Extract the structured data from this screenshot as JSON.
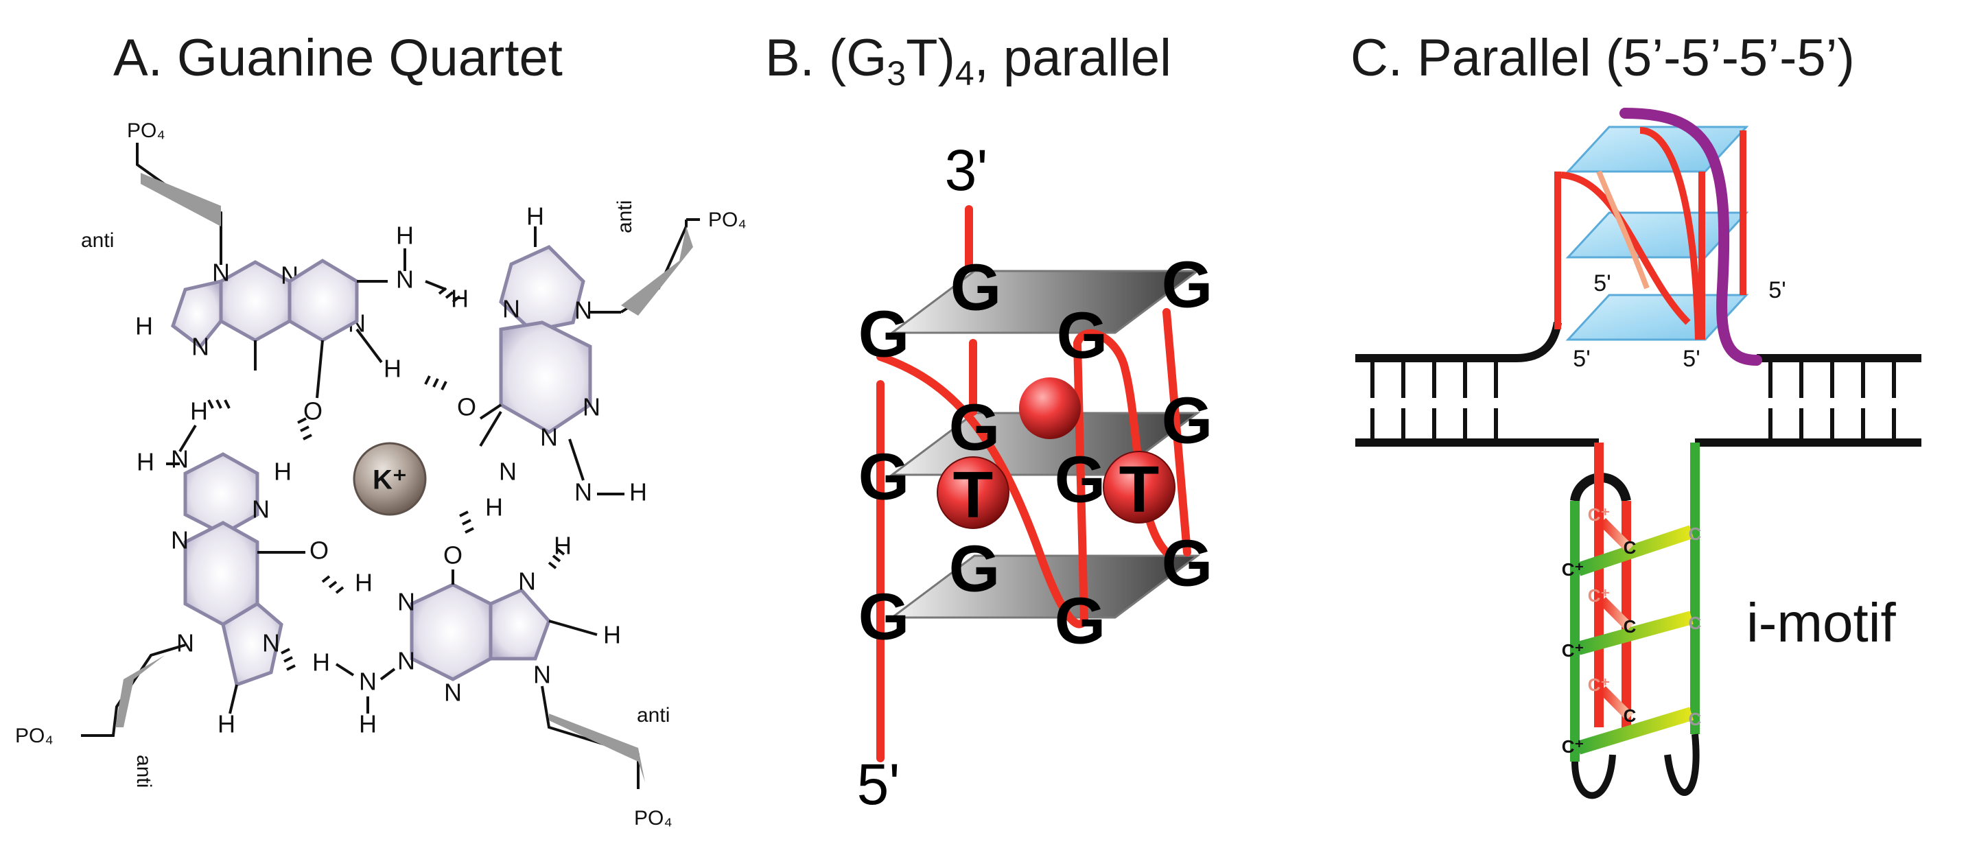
{
  "panels": {
    "a": {
      "title": "A. Guanine Quartet",
      "ion": "K⁺",
      "phosphate": "PO₄",
      "anti": "anti",
      "atoms": {
        "n": "N",
        "h": "H",
        "o": "O"
      }
    },
    "b": {
      "title_prefix": "B. (G",
      "title_sub1": "3",
      "title_mid": "T)",
      "title_sub2": "4",
      "title_suffix": ", parallel",
      "end_top": "3'",
      "end_bottom": "5'",
      "guanine": "G",
      "thymine": "T"
    },
    "c": {
      "title": "C. Parallel (5’-5’-5’-5’)",
      "five_prime": "5'",
      "motif_label": "i-motif",
      "cytosine_plus": "C⁺",
      "cytosine": "C"
    }
  },
  "colors": {
    "strand_red": "#ee3124",
    "strand_green": "#39a935",
    "strand_purple": "#92278f",
    "quartet_blue": "#7cc8ee",
    "base_lilac": "#d9d4e6",
    "ion_brown": "#8b7b72",
    "sugar_gray": "#9a9a9a"
  },
  "icons": [
    "guanine-base-icon",
    "potassium-ion-icon",
    "thymine-sphere-icon",
    "quartet-plane-icon"
  ]
}
